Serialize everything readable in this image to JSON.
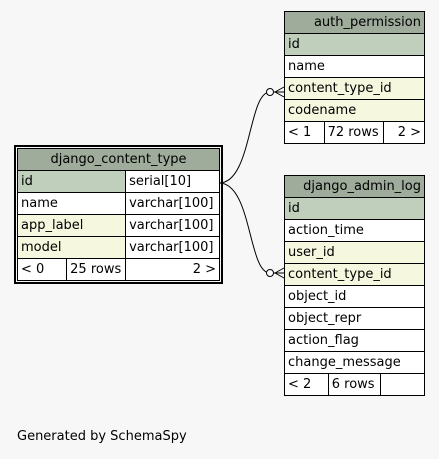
{
  "tables": {
    "content_type": {
      "name": "django_content_type",
      "columns": [
        {
          "name": "id",
          "type": "serial[10]",
          "kind": "pk"
        },
        {
          "name": "name",
          "type": "varchar[100]",
          "kind": "plain"
        },
        {
          "name": "app_label",
          "type": "varchar[100]",
          "kind": "fk"
        },
        {
          "name": "model",
          "type": "varchar[100]",
          "kind": "fk"
        }
      ],
      "footer": {
        "parents": "< 0",
        "rows": "25 rows",
        "children": "2 >"
      }
    },
    "auth_permission": {
      "name": "auth_permission",
      "columns": [
        {
          "name": "id",
          "kind": "pk"
        },
        {
          "name": "name",
          "kind": "plain"
        },
        {
          "name": "content_type_id",
          "kind": "fk"
        },
        {
          "name": "codename",
          "kind": "fk"
        }
      ],
      "footer": {
        "parents": "< 1",
        "rows": "72 rows",
        "children": "2 >"
      }
    },
    "admin_log": {
      "name": "django_admin_log",
      "columns": [
        {
          "name": "id",
          "kind": "pk"
        },
        {
          "name": "action_time",
          "kind": "plain"
        },
        {
          "name": "user_id",
          "kind": "fk"
        },
        {
          "name": "content_type_id",
          "kind": "fk"
        },
        {
          "name": "object_id",
          "kind": "plain"
        },
        {
          "name": "object_repr",
          "kind": "plain"
        },
        {
          "name": "action_flag",
          "kind": "plain"
        },
        {
          "name": "change_message",
          "kind": "plain"
        }
      ],
      "footer": {
        "parents": "< 2",
        "rows": "6 rows",
        "children": ""
      }
    }
  },
  "footer_text": "Generated by SchemaSpy",
  "colors": {
    "header": "#9fab9b",
    "primary_key": "#bfcfbb",
    "foreign_key": "#f5f8de",
    "background": "#f7f7f7"
  }
}
